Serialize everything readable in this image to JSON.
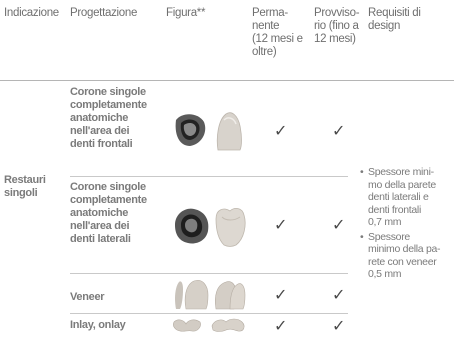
{
  "header": {
    "indicazione": "Indicazione",
    "progettazione": "Progettazione",
    "figura": "Figura**",
    "permanente": [
      "Perma-",
      "nente",
      "(12 mesi e",
      "oltre)"
    ],
    "provvisorio": [
      "Provviso-",
      "rio (fino a",
      "12 mesi)"
    ],
    "requisiti": [
      "Requisiti di",
      "design"
    ]
  },
  "indication": [
    "Restauri",
    "singoli"
  ],
  "rows": [
    {
      "design": [
        "Corone singole",
        "completamente",
        "anatomiche",
        "nell'area dei",
        "denti frontali"
      ],
      "permanente": "✓",
      "provvisorio": "✓"
    },
    {
      "design": [
        "Corone singole",
        "completamente",
        "anatomiche",
        "nell'area dei",
        "denti laterali"
      ],
      "permanente": "✓",
      "provvisorio": "✓"
    },
    {
      "design": [
        "Veneer"
      ],
      "permanente": "✓",
      "provvisorio": "✓"
    },
    {
      "design": [
        "Inlay, onlay"
      ],
      "permanente": "✓",
      "provvisorio": "✓"
    }
  ],
  "requirements": [
    [
      "Spessore mini-",
      "mo della parete",
      "denti laterali e",
      "denti frontali",
      "0,7 mm"
    ],
    [
      "Spessore",
      "minimo della pa-",
      "rete con veneer",
      "0,5 mm"
    ]
  ],
  "bullet": "•",
  "figure_icons": [
    "anterior-crown-ring-icon",
    "anterior-crown-icon",
    "posterior-crown-ring-icon",
    "molar-crown-icon",
    "veneer-icon",
    "veneer-pair-icon",
    "inlay-icon",
    "onlay-icon"
  ]
}
